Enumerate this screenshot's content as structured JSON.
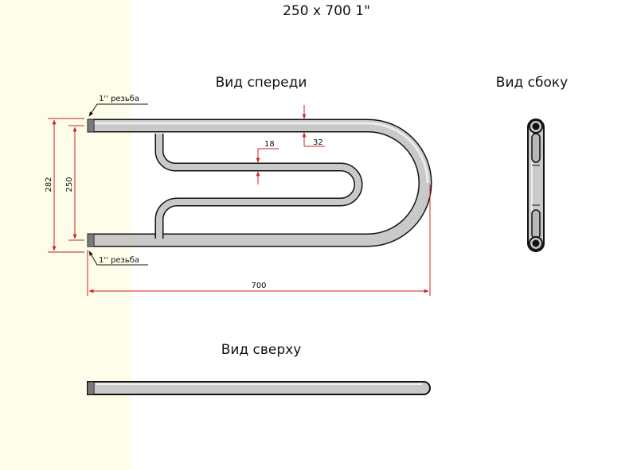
{
  "title": "250 x 700 1\"",
  "views": {
    "front": "Вид спереди",
    "side": "Вид сбоку",
    "top": "Вид сверху"
  },
  "dimensions": {
    "outer_height": "282",
    "inner_height": "250",
    "length": "700",
    "inner_tube": "18",
    "outer_tube": "32"
  },
  "thread_note": "1'' резьба",
  "colors": {
    "dimension": "#cc2222",
    "tube": "#c9c9c9",
    "outline": "#111111",
    "band": "#fdfde9"
  }
}
